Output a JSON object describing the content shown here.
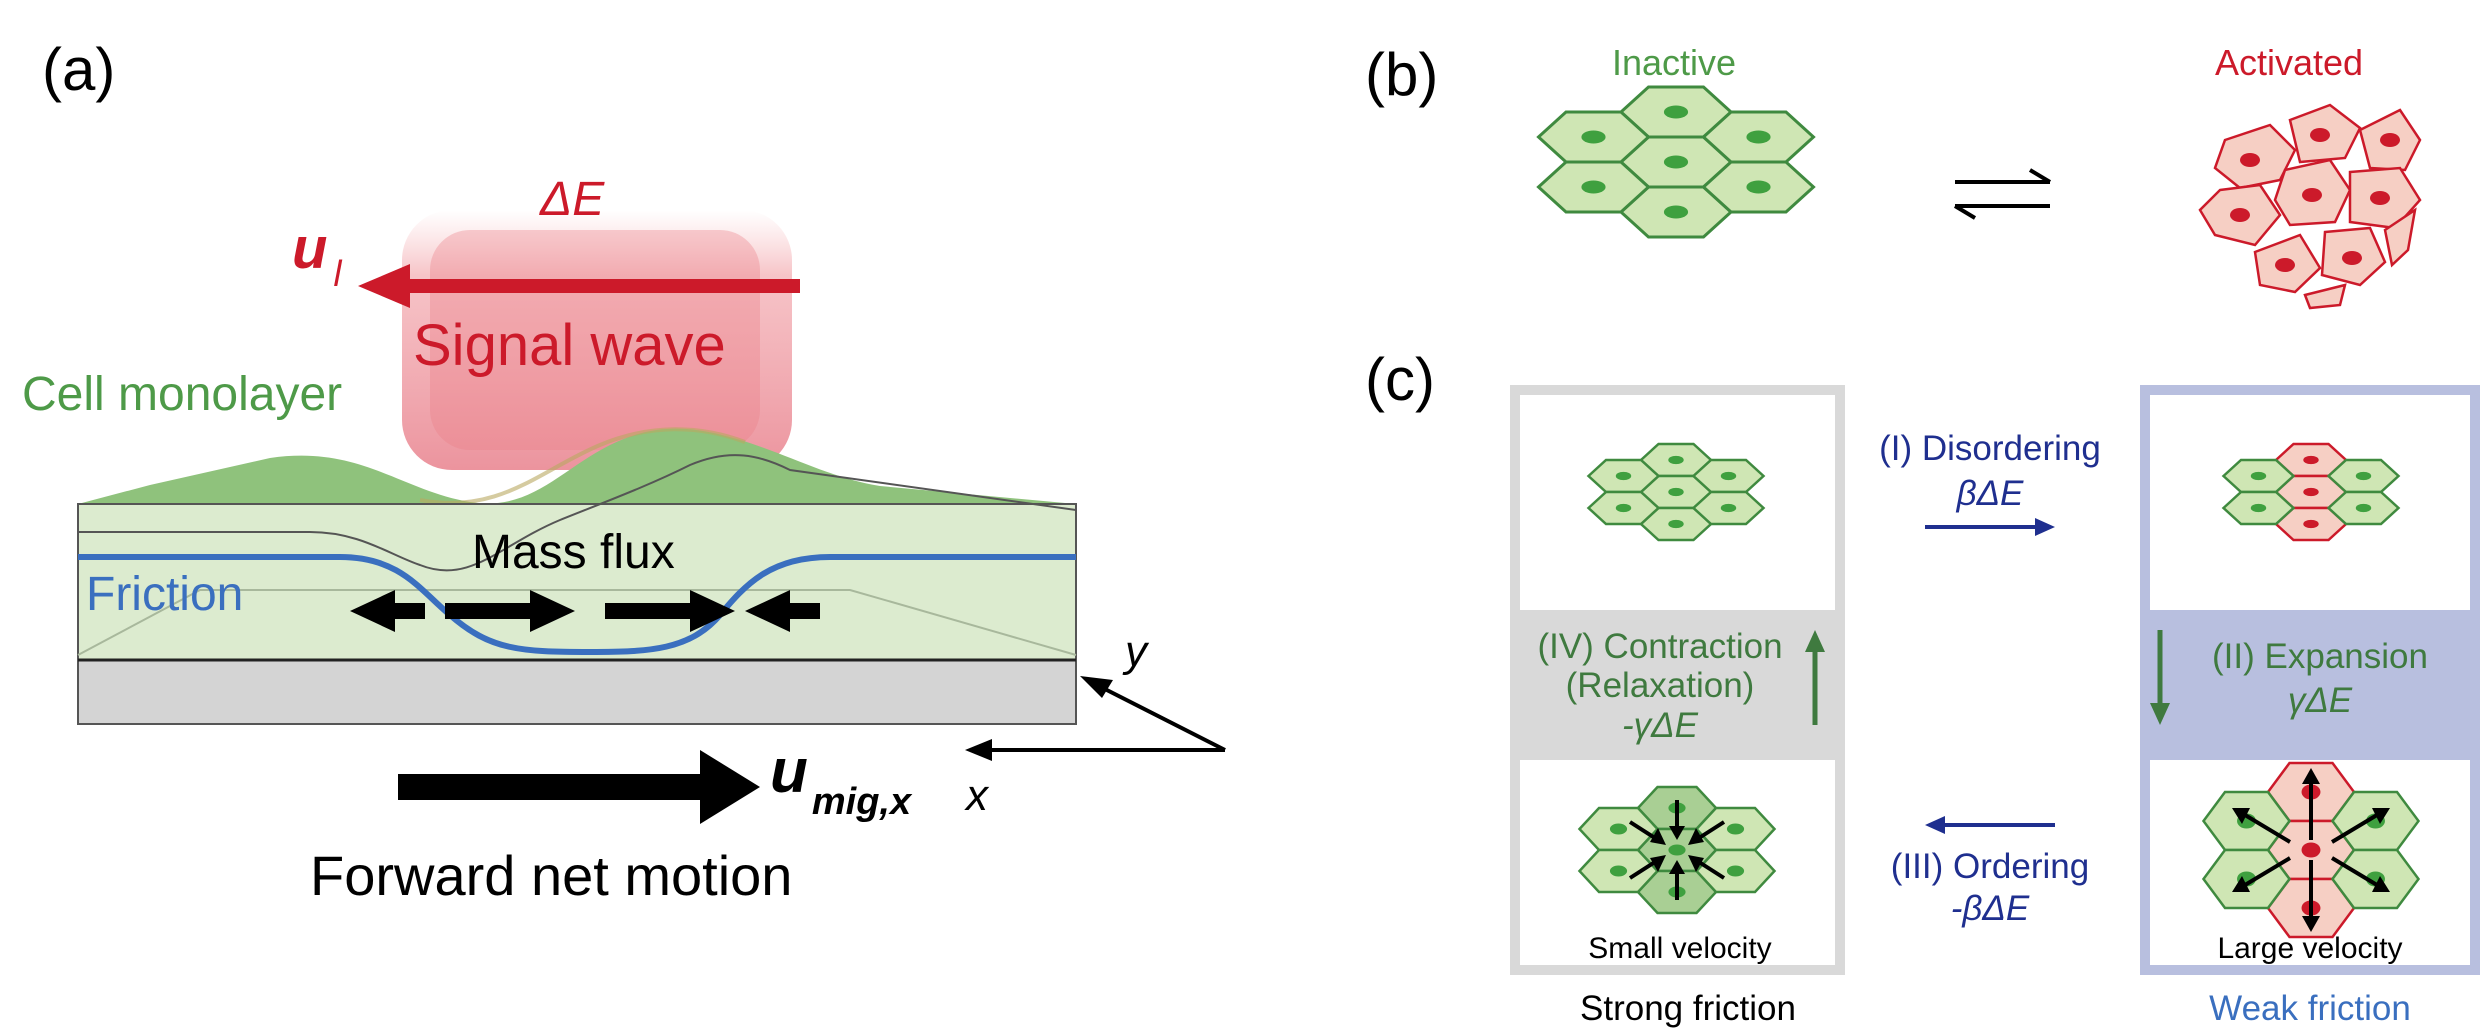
{
  "panel_a": {
    "label": "(a)",
    "delta_e": "ΔE",
    "u_l_main": "u",
    "u_l_sub": "l",
    "signal_wave": "Signal wave",
    "cell_monolayer": "Cell monolayer",
    "mass_flux": "Mass flux",
    "friction": "Friction",
    "axis_y": "y",
    "axis_x": "x",
    "u_mig_main": "u",
    "u_mig_sub": "mig,x",
    "forward_net_motion": "Forward net motion"
  },
  "panel_b": {
    "label": "(b)",
    "inactive": "Inactive",
    "activated": "Activated"
  },
  "panel_c": {
    "label": "(c)",
    "step1_name": "(I) Disordering",
    "step1_formula": "βΔE",
    "step2_name": "(II) Expansion",
    "step2_formula": "γΔE",
    "step3_name": "(III) Ordering",
    "step3_formula": "-βΔE",
    "step4_line1": "(IV) Contraction",
    "step4_line2": "(Relaxation)",
    "step4_formula": "-γΔE",
    "small_velocity": "Small velocity",
    "large_velocity": "Large velocity",
    "strong_friction": "Strong friction",
    "weak_friction": "Weak friction"
  },
  "colors": {
    "green_fill": "#cfe6b4",
    "green_stroke": "#3f8a3f",
    "green_nucleus": "#3fa03f",
    "red": "#cc1a2a",
    "pink_fill": "#f6cfc4",
    "blue_friction": "#3a6fbf",
    "navy": "#1f2f8f",
    "strong_box": "#d9d9d9",
    "weak_box": "#b8bfdf"
  }
}
